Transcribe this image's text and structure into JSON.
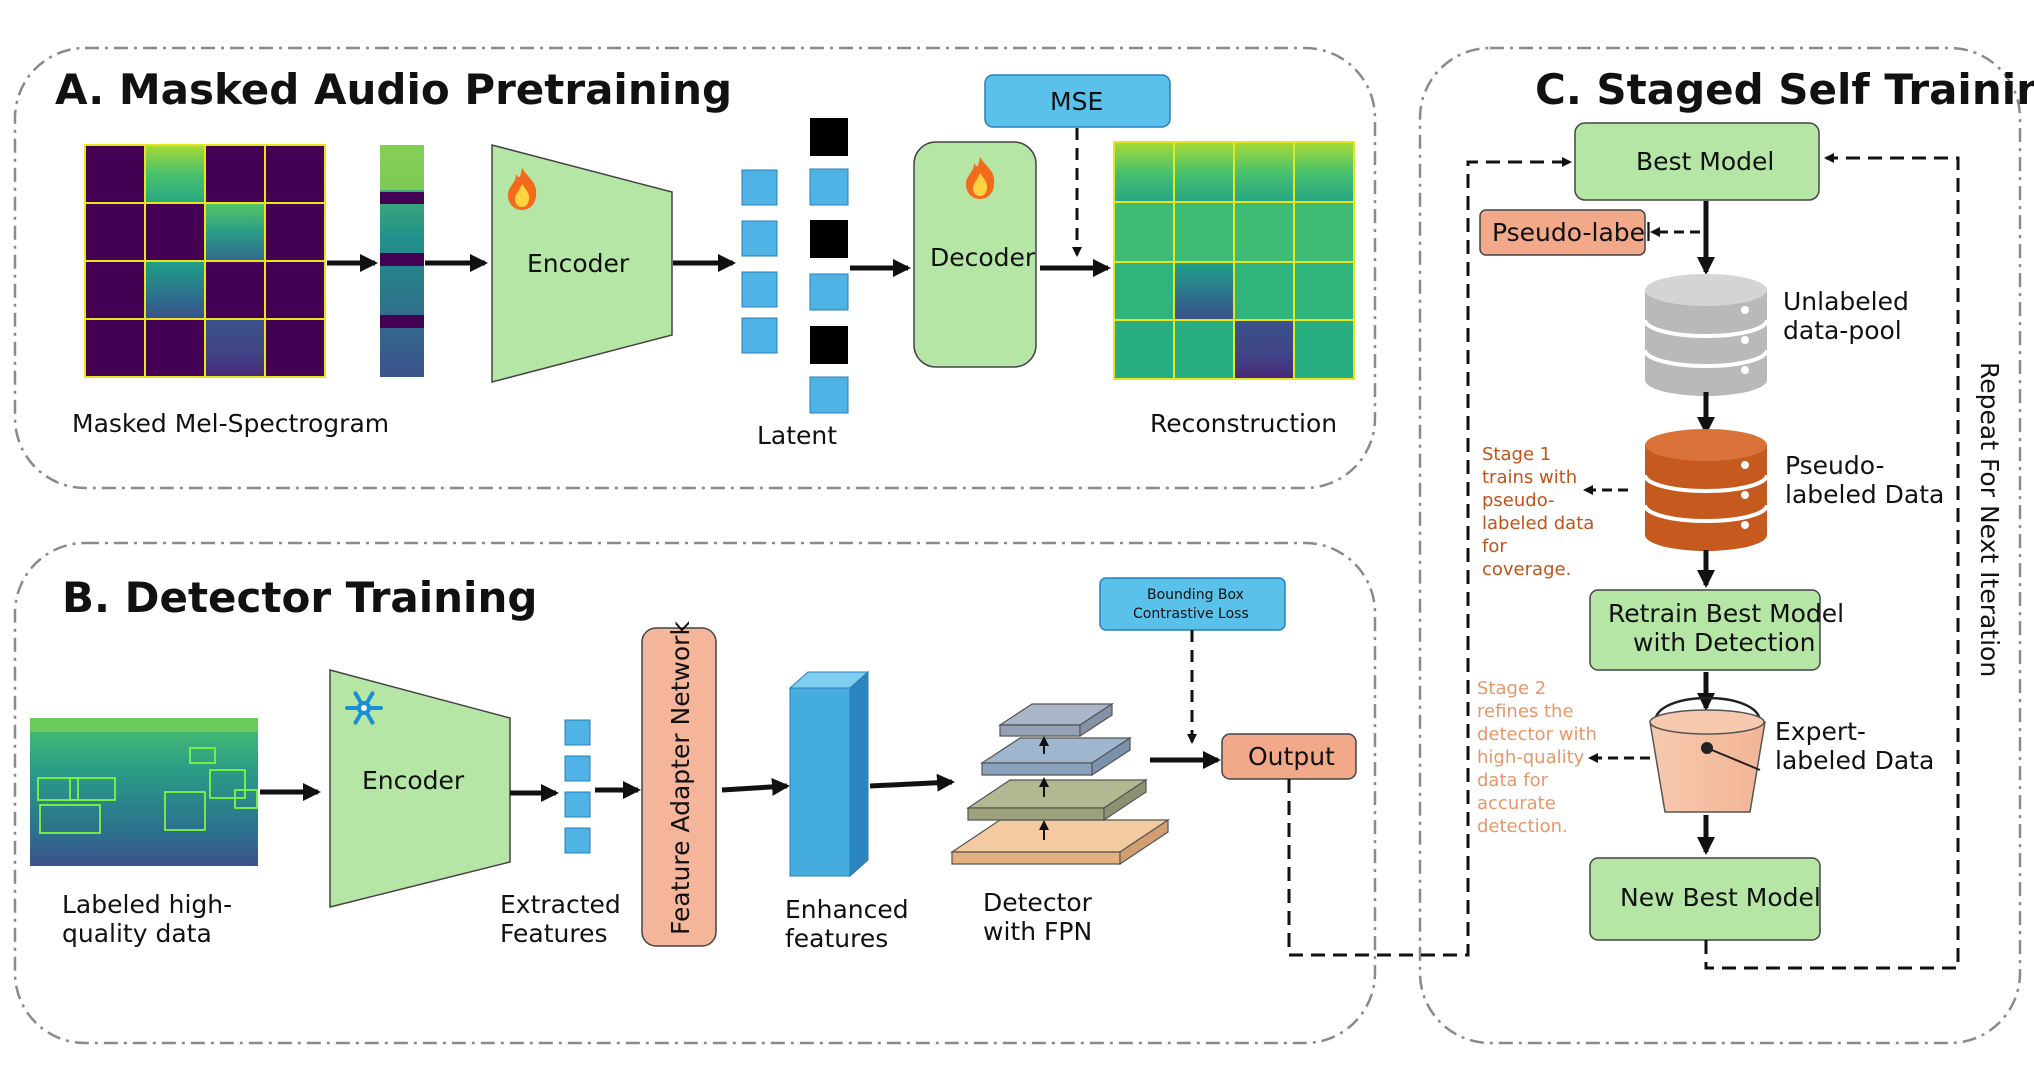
{
  "panels": {
    "a": {
      "title": "A. Masked Audio Pretraining"
    },
    "b": {
      "title": "B. Detector Training"
    },
    "c": {
      "title": "C. Staged Self Training"
    }
  },
  "panel_a": {
    "spectrogram_label": "Masked Mel-Spectrogram",
    "encoder_label": "Encoder",
    "latent_label": "Latent",
    "decoder_label": "Decoder",
    "mse_label": "MSE",
    "reconstruction_label": "Reconstruction",
    "fire_icon": "fire-icon"
  },
  "panel_b": {
    "input_label_line1": "Labeled high-",
    "input_label_line2": "quality data",
    "encoder_label": "Encoder",
    "features_label_line1": "Extracted",
    "features_label_line2": "Features",
    "adapter_label": "Feature Adapter Network",
    "enhanced_label_line1": "Enhanced",
    "enhanced_label_line2": "features",
    "detector_label_line1": "Detector",
    "detector_label_line2": "with FPN",
    "loss_label_line1": "Bounding Box",
    "loss_label_line2": "Contrastive Loss",
    "output_label": "Output",
    "snowflake_icon": "snowflake-icon"
  },
  "panel_c": {
    "best_model": "Best Model",
    "pseudo_label": "Pseudo-label",
    "unlabeled_line1": "Unlabeled",
    "unlabeled_line2": "data-pool",
    "pseudo_data_line1": "Pseudo-",
    "pseudo_data_line2": "labeled Data",
    "stage1_note": [
      "Stage 1",
      "trains with",
      "pseudo-",
      "labeled data",
      "for",
      "coverage."
    ],
    "retrain_line1": "Retrain Best Model",
    "retrain_line2": "with Detection",
    "stage2_note": [
      "Stage 2",
      "refines the",
      "detector with",
      "high-quality",
      "data for",
      "accurate",
      "detection."
    ],
    "expert_line1": "Expert-",
    "expert_line2": "labeled Data",
    "new_best_model": "New Best Model",
    "repeat_label": "Repeat For Next Iteration"
  },
  "colors": {
    "green_box": "#b5e6a5",
    "blue_box": "#5ac1ea",
    "orange_box": "#f2a98a",
    "viridis_dark": "#440154",
    "viridis_green": "#35b779",
    "pseudo_db": "#c65a1e",
    "db_gray": "#b9b9b9"
  }
}
